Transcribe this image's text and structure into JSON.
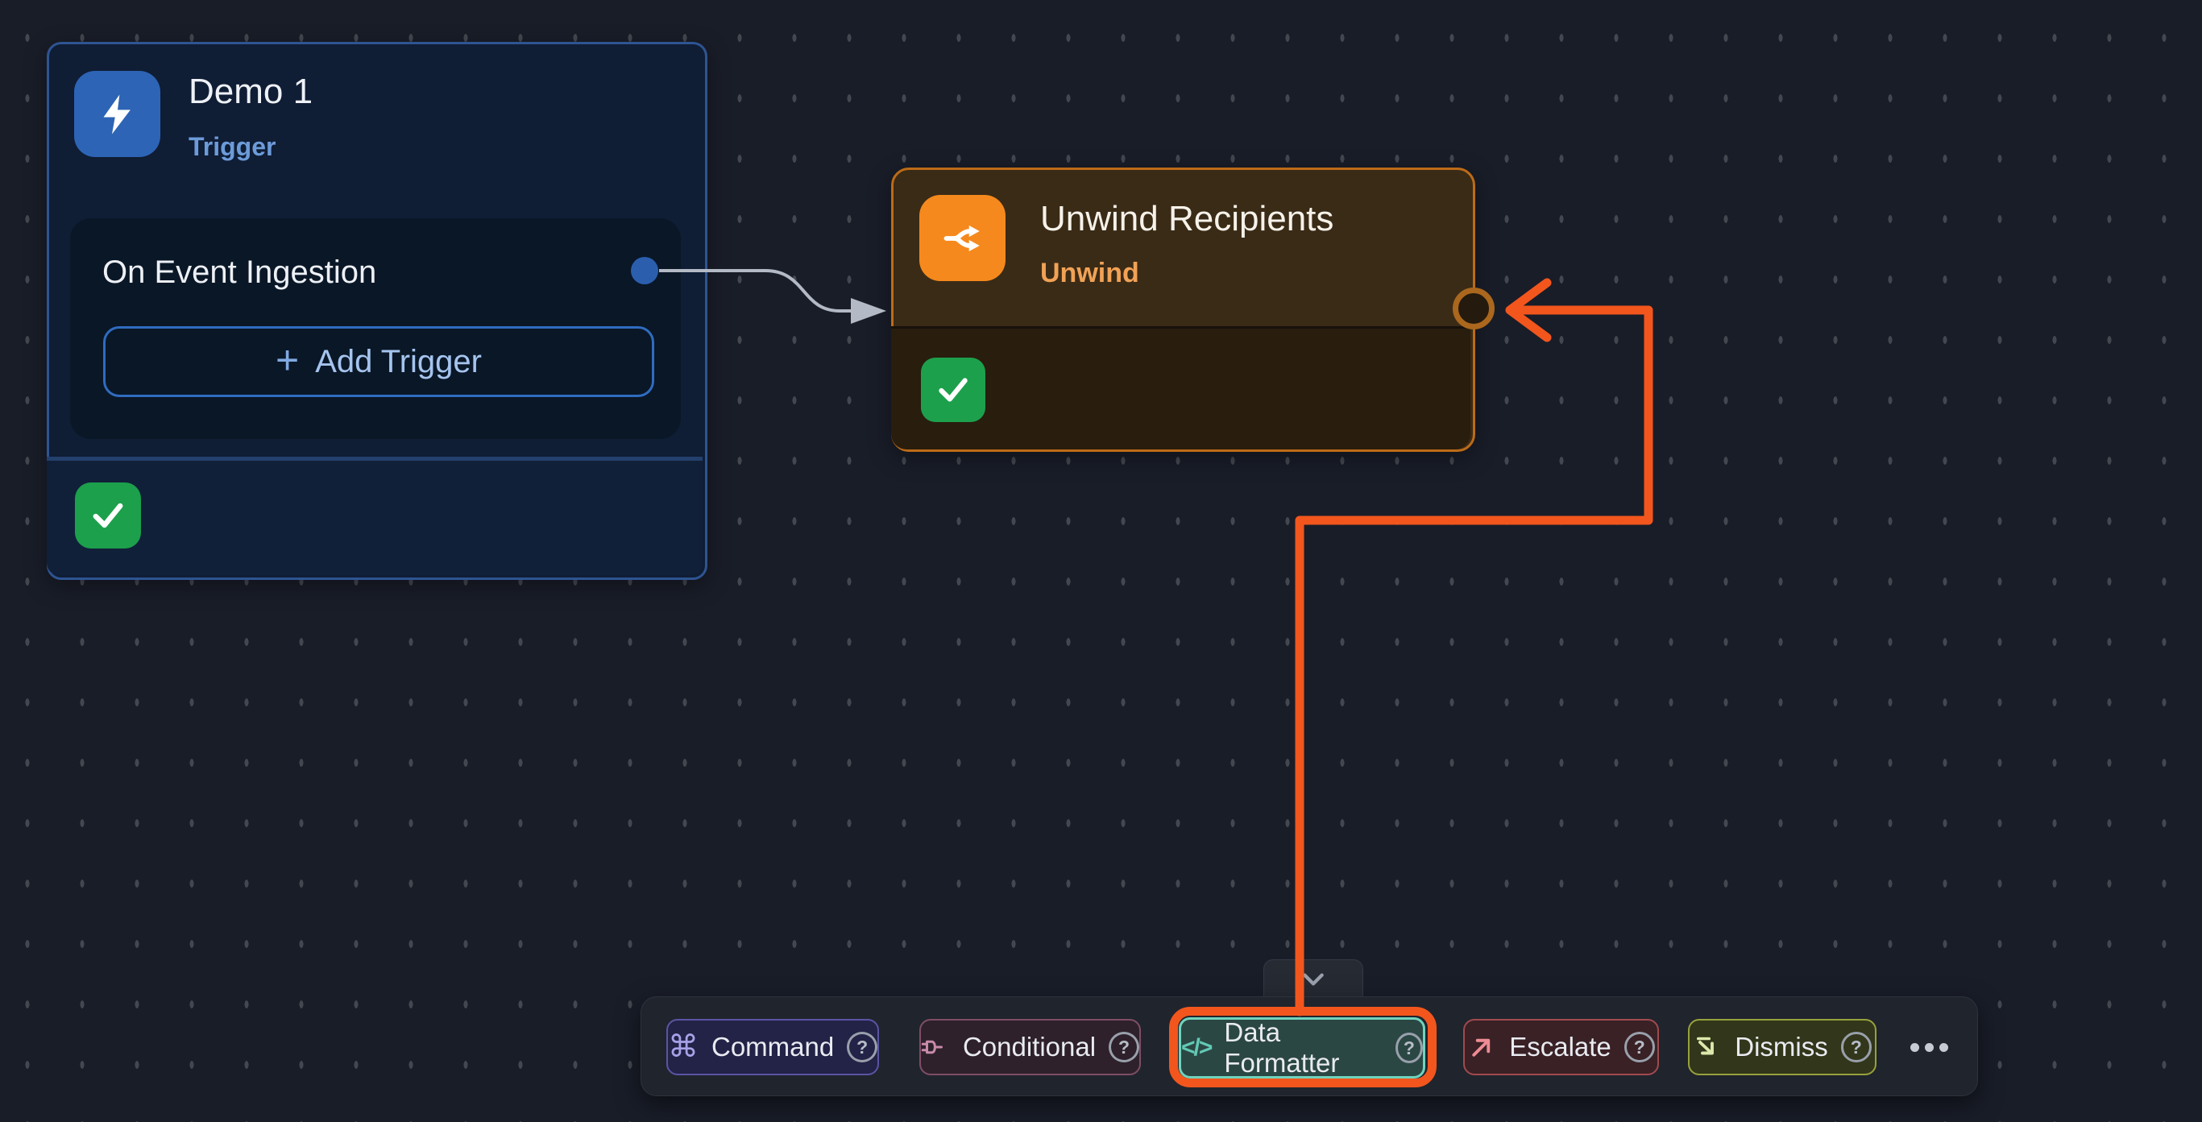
{
  "canvas": {
    "background_color": "#191d28",
    "grid_dot_color": "#43474f"
  },
  "trigger_node": {
    "title": "Demo 1",
    "type_label": "Trigger",
    "event_label": "On Event Ingestion",
    "add_trigger_label": "Add Trigger",
    "plus_glyph": "+",
    "accent_color": "#2d64b5",
    "status_color": "#1ca04c"
  },
  "unwind_node": {
    "title": "Unwind Recipients",
    "type_label": "Unwind",
    "accent_color": "#f5891d",
    "border_color": "#bd6b17",
    "status_color": "#1ca04c"
  },
  "annotation": {
    "color": "#f2561d"
  },
  "toolbar": {
    "buttons": [
      {
        "id": "command",
        "label": "Command",
        "glyph": "⌘",
        "help_glyph": "?"
      },
      {
        "id": "conditional",
        "label": "Conditional",
        "help_glyph": "?"
      },
      {
        "id": "data-formatter",
        "label": "Data Formatter",
        "glyph": "</>",
        "help_glyph": "?",
        "highlighted": true
      },
      {
        "id": "escalate",
        "label": "Escalate",
        "help_glyph": "?"
      },
      {
        "id": "dismiss",
        "label": "Dismiss",
        "help_glyph": "?"
      }
    ]
  }
}
